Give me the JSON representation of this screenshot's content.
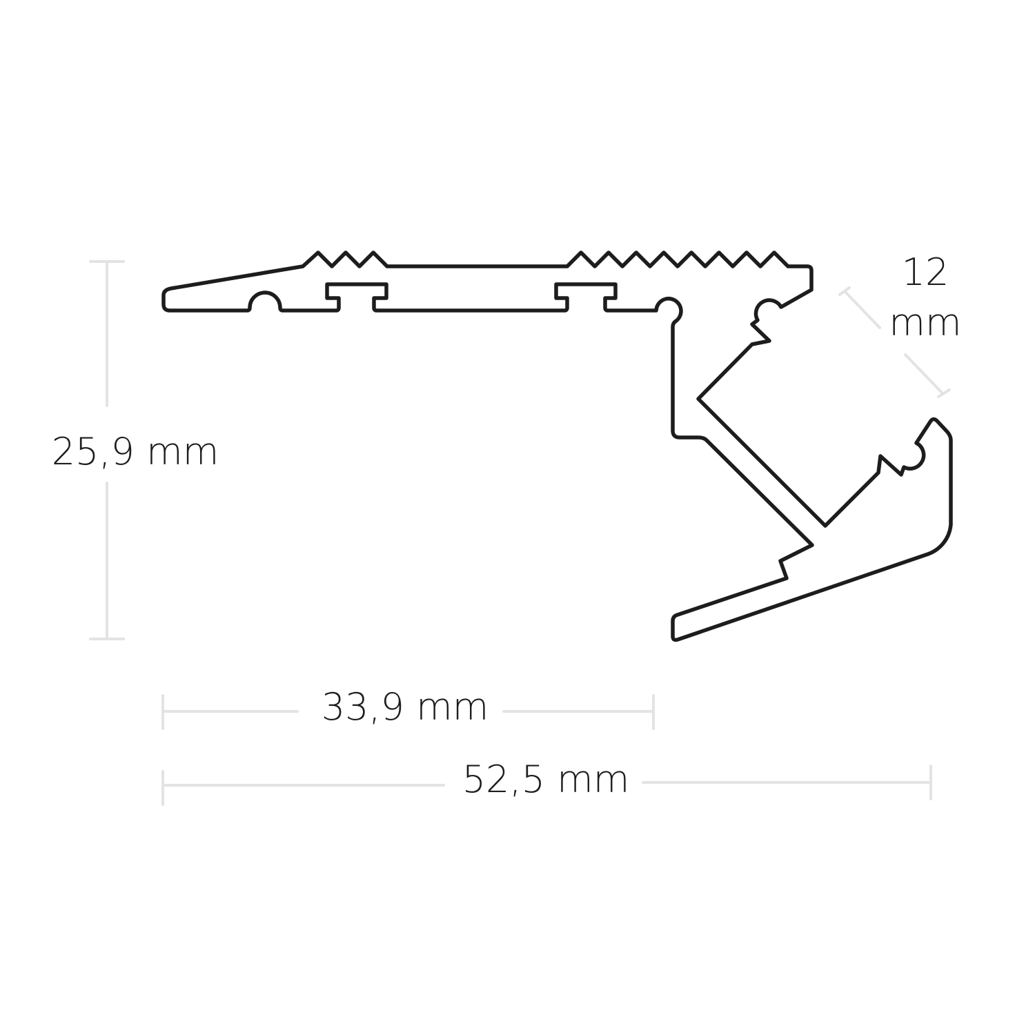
{
  "title": "Aluminium stair nosing LED profile cross-section",
  "colors": {
    "profile_stroke": "#1d1d1b",
    "dimension_line": "#e3e3e3",
    "label_text": "#1d1d1b",
    "background": "#ffffff"
  },
  "dimensions": {
    "height": {
      "value": "25,9 mm",
      "orientation": "vertical"
    },
    "top_width": {
      "value": "33,9 mm",
      "orientation": "horizontal"
    },
    "total_width": {
      "value": "52,5 mm",
      "orientation": "horizontal"
    },
    "diffuser_opening": {
      "value_line1": "12",
      "value_line2": "mm",
      "orientation": "diagonal"
    }
  }
}
